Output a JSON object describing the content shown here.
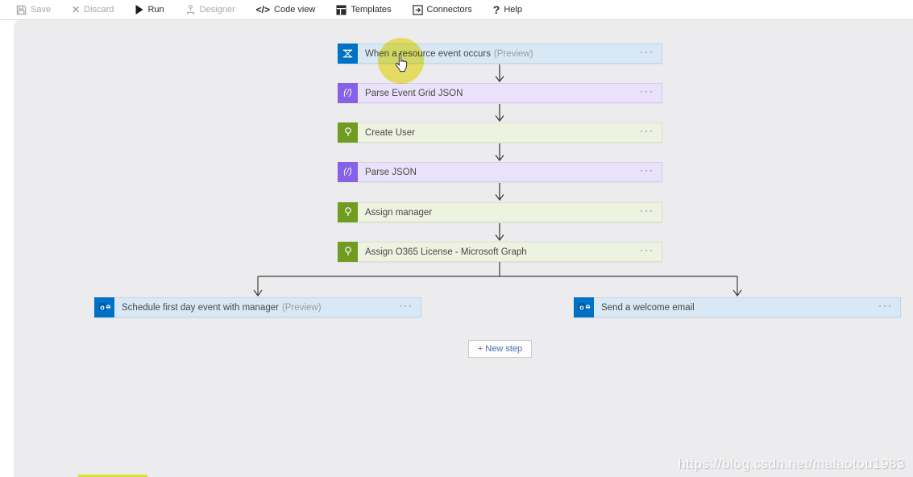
{
  "toolbar": {
    "items": [
      {
        "label": "Save",
        "icon": "save-icon",
        "enabled": false
      },
      {
        "label": "Discard",
        "icon": "discard-icon",
        "enabled": false
      },
      {
        "label": "Run",
        "icon": "run-icon",
        "enabled": true
      },
      {
        "label": "Designer",
        "icon": "designer-icon",
        "enabled": false
      },
      {
        "label": "Code view",
        "icon": "code-view-icon",
        "enabled": true
      },
      {
        "label": "Templates",
        "icon": "templates-icon",
        "enabled": true
      },
      {
        "label": "Connectors",
        "icon": "connectors-icon",
        "enabled": true
      },
      {
        "label": "Help",
        "icon": "help-icon",
        "enabled": true
      }
    ]
  },
  "workflow": {
    "steps": [
      {
        "title": "When a resource event occurs",
        "badge": "(Preview)",
        "connector": "event-grid"
      },
      {
        "title": "Parse Event Grid JSON",
        "connector": "data-operations"
      },
      {
        "title": "Create User",
        "connector": "azure-ad"
      },
      {
        "title": "Parse JSON",
        "connector": "data-operations"
      },
      {
        "title": "Assign manager",
        "connector": "azure-ad"
      },
      {
        "title": "Assign O365 License - Microsoft Graph",
        "connector": "azure-ad"
      }
    ],
    "branches": [
      {
        "title": "Schedule first day event with manager",
        "badge": "(Preview)",
        "connector": "outlook"
      },
      {
        "title": "Send a welcome email",
        "connector": "outlook"
      }
    ],
    "new_step_label": "+ New step",
    "ellipsis": "···",
    "dataops_glyph": "(/)"
  },
  "watermark": "https://blog.csdn.net/malaotou1983",
  "colors": {
    "event_grid_blue": "#0072c6",
    "data_operations_purple": "#8660e8",
    "azure_ad_green": "#6f9c21",
    "outlook_blue": "#0072c6",
    "card_blue_bg": "#d8e8f4",
    "card_purple_bg": "#e9e2fa",
    "card_green_bg": "#eef2e0",
    "canvas_gray": "#ececee",
    "highlight_yellow": "#f3e62e",
    "new_step_text": "#4a6fae"
  }
}
